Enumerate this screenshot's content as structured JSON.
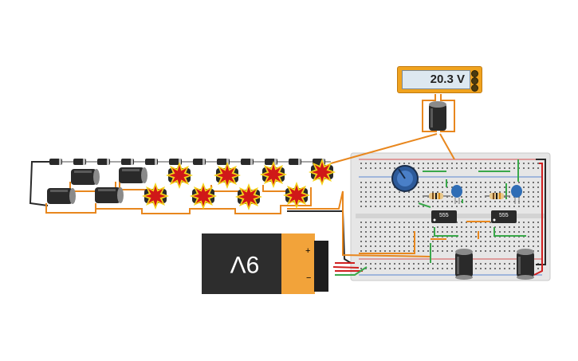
{
  "multimeter": {
    "reading": "20.3 V"
  },
  "battery": {
    "label": "9V",
    "plus": "+",
    "minus": "−"
  },
  "chips": [
    {
      "label": "555"
    },
    {
      "label": "555"
    }
  ],
  "colors": {
    "wire_orange": "#e8871e",
    "wire_black": "#2a2a2a",
    "wire_green": "#3aa84a",
    "wire_red": "#d02020",
    "breadboard": "#e6e6e6",
    "explosion_red": "#d01818",
    "explosion_yellow": "#f5d21a",
    "capacitor_blue": "#2f6db5"
  }
}
